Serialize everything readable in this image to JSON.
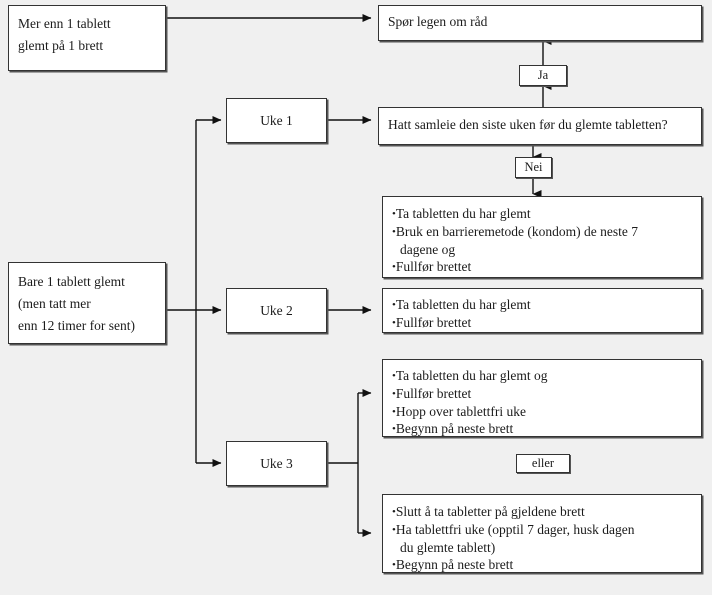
{
  "diagram": {
    "title": "Glemt p-pille flytskjema",
    "background_color": "#f0f0f0",
    "box_fill": "#ffffff",
    "box_border": "#333333"
  },
  "nodes": {
    "missed_multiple": {
      "name": "missed-multiple-pills",
      "lines": [
        "Mer enn 1 tablett",
        "glemt på 1 brett"
      ]
    },
    "ask_doctor": {
      "name": "ask-doctor",
      "label": "Spør legen om råd"
    },
    "tag_yes": {
      "name": "yes-label",
      "label": "Ja"
    },
    "tag_no": {
      "name": "no-label",
      "label": "Nei"
    },
    "tag_or": {
      "name": "or-label",
      "label": "eller"
    },
    "question_intercourse": {
      "name": "intercourse-question",
      "label": "Hatt samleie den siste uken før du glemte tabletten?"
    },
    "missed_one": {
      "name": "missed-one-pill",
      "lines": [
        "Bare 1 tablett glemt",
        "(men tatt mer",
        "enn 12 timer for sent)"
      ]
    },
    "week1": {
      "name": "week-1",
      "label": "Uke 1"
    },
    "week2": {
      "name": "week-2",
      "label": "Uke 2"
    },
    "week3": {
      "name": "week-3",
      "label": "Uke 3"
    },
    "advice_week1": {
      "name": "advice-week-1",
      "items": [
        {
          "bullet": true,
          "text": "Ta tabletten du har glemt"
        },
        {
          "bullet": true,
          "text": "Bruk en barrieremetode (kondom) de neste 7"
        },
        {
          "bullet": false,
          "text": "dagene og"
        },
        {
          "bullet": true,
          "text": "Fullfør brettet"
        }
      ]
    },
    "advice_week2": {
      "name": "advice-week-2",
      "items": [
        {
          "bullet": true,
          "text": "Ta tabletten du har glemt"
        },
        {
          "bullet": true,
          "text": "Fullfør brettet"
        }
      ]
    },
    "advice_week3_a": {
      "name": "advice-week-3-option-a",
      "items": [
        {
          "bullet": true,
          "text": "Ta tabletten du har glemt og"
        },
        {
          "bullet": true,
          "text": "Fullfør brettet"
        },
        {
          "bullet": true,
          "text": "Hopp over tablettfri uke"
        },
        {
          "bullet": true,
          "text": "Begynn på neste brett"
        }
      ]
    },
    "advice_week3_b": {
      "name": "advice-week-3-option-b",
      "items": [
        {
          "bullet": true,
          "text": "Slutt å ta tabletter på gjeldene brett"
        },
        {
          "bullet": true,
          "text": "Ha tablettfri uke (opptil 7 dager, husk dagen"
        },
        {
          "bullet": false,
          "text": "du glemte tablett)"
        },
        {
          "bullet": true,
          "text": "Begynn på neste brett"
        }
      ]
    }
  }
}
